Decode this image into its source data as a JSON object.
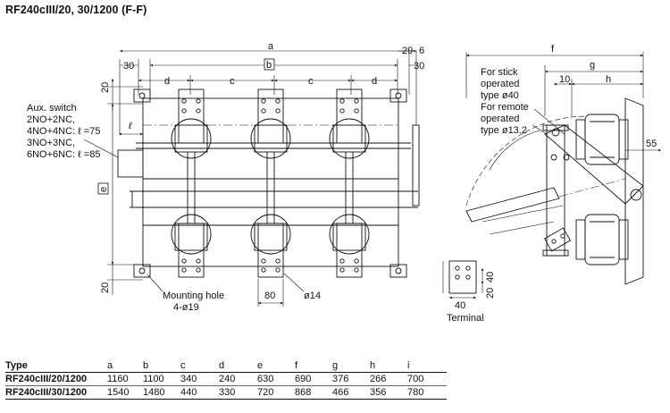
{
  "title": "RF240cIII/20, 30/1200 (F-F)",
  "front_view": {
    "dim_a": "a",
    "dim_b": "b",
    "dim_c": "c",
    "dim_d": "d",
    "dim_e": "e",
    "dim_l": "ℓ",
    "dim_29": "29",
    "dim_6": "6",
    "dim_30_left": "30",
    "dim_30_right": "30",
    "dim_20_top": "20",
    "dim_20_bottom": "20",
    "dim_80": "80",
    "dim_14": "ø14",
    "mounting_hole": "Mounting hole",
    "mounting_hole_spec": "4-ø19",
    "aux_switch": [
      "Aux. switch",
      "2NO+2NC,",
      "4NO+4NC: ℓ =75",
      "3NO+3NC,",
      "6NO+6NC: ℓ =85"
    ]
  },
  "side_view": {
    "dim_f": "f",
    "dim_g": "g",
    "dim_h": "h",
    "dim_10": "10",
    "dim_55": "55",
    "stick_note": [
      "For stick",
      "operated",
      "type ø40"
    ],
    "remote_note": [
      "For remote",
      "operated",
      "type ø13.2"
    ]
  },
  "terminal": {
    "label": "Terminal",
    "dim_40_h": "40",
    "dim_40_v": "40",
    "dim_20": "20"
  },
  "table": {
    "headers": [
      "Type",
      "a",
      "b",
      "c",
      "d",
      "e",
      "f",
      "g",
      "h",
      "i"
    ],
    "rows": [
      [
        "RF240cIII/20/1200",
        "1160",
        "1100",
        "340",
        "240",
        "630",
        "690",
        "376",
        "266",
        "700"
      ],
      [
        "RF240cIII/30/1200",
        "1540",
        "1480",
        "440",
        "330",
        "720",
        "868",
        "466",
        "356",
        "780"
      ]
    ]
  }
}
